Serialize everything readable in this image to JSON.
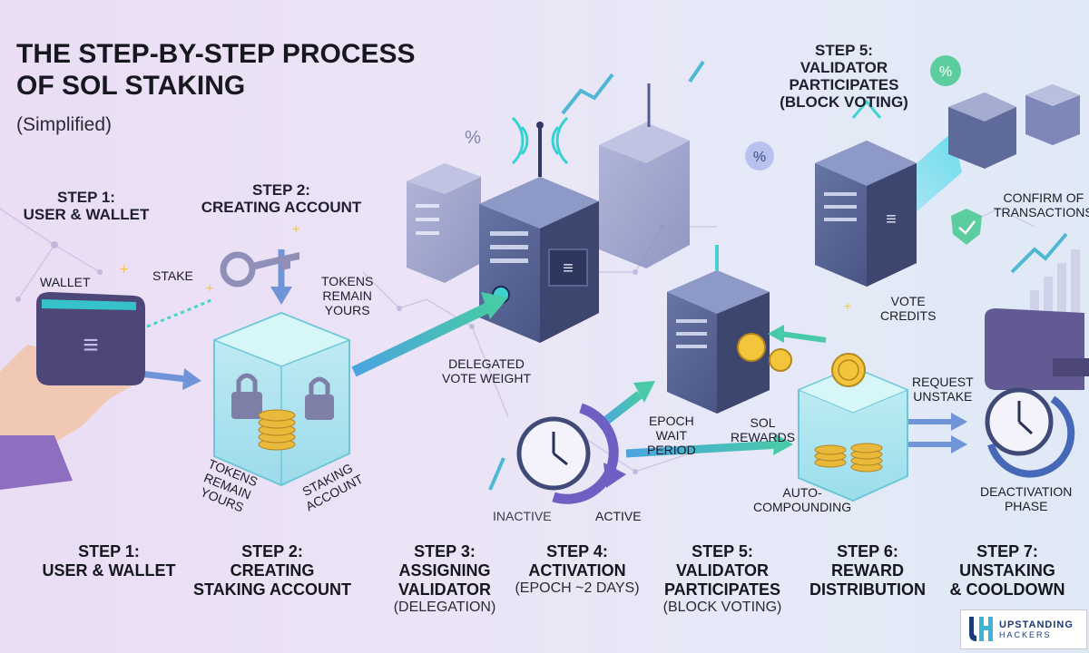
{
  "title_line1": "THE STEP-BY-STEP PROCESS",
  "title_line2": "OF SOL STAKING",
  "subtitle": "(Simplified)",
  "top_labels": {
    "step1": [
      "STEP 1:",
      "USER & WALLET"
    ],
    "step2": [
      "STEP 2:",
      "CREATING ACCOUNT"
    ],
    "step5": [
      "STEP 5:",
      "VALIDATOR",
      "PARTICIPATES",
      "(BLOCK VOTING)"
    ]
  },
  "callouts": {
    "wallet": "WALLET",
    "stake": "STAKE",
    "tokens_remain_top": [
      "TOKENS",
      "REMAIN",
      "YOURS"
    ],
    "tokens_remain_bottom": [
      "TOKENS",
      "REMAIN",
      "YOURS"
    ],
    "staking_account": [
      "STAKING",
      "ACCOUNT"
    ],
    "delegated_vote_weight": [
      "DELEGATED",
      "VOTE WEIGHT"
    ],
    "epoch_wait": [
      "EPOCH",
      "WAIT",
      "PERIOD"
    ],
    "inactive": "INACTIVE",
    "active": "ACTIVE",
    "sol_rewards": [
      "SOL",
      "REWARDS"
    ],
    "vote_credits": [
      "VOTE",
      "CREDITS"
    ],
    "auto_compounding": [
      "AUTO-",
      "COMPOUNDING"
    ],
    "confirm_tx": [
      "CONFIRM OF",
      "TRANSACTIONS"
    ],
    "request_unstake": [
      "REQUEST",
      "UNSTAKE"
    ],
    "deactivation": [
      "DEACTIVATION",
      "PHASE"
    ]
  },
  "steps": [
    {
      "l1": "STEP 1:",
      "l2": "USER & WALLET",
      "l3": ""
    },
    {
      "l1": "STEP 2:",
      "l2": "CREATING",
      "l3": "STAKING ACCOUNT"
    },
    {
      "l1": "STEP 3:",
      "l2": "ASSIGNING",
      "l3": "VALIDATOR",
      "sub": "(DELEGATION)"
    },
    {
      "l1": "STEP 4:",
      "l2": "ACTIVATION",
      "sub": "(EPOCH ~2 DAYS)"
    },
    {
      "l1": "STEP 5:",
      "l2": "VALIDATOR",
      "l3": "PARTICIPATES",
      "sub": "(BLOCK VOTING)"
    },
    {
      "l1": "STEP 6:",
      "l2": "REWARD",
      "l3": "DISTRIBUTION"
    },
    {
      "l1": "STEP 7:",
      "l2": "UNSTAKING",
      "l3": "& COOLDOWN"
    }
  ],
  "logo": {
    "word1": "UPSTANDING",
    "word2": "HACKERS"
  },
  "icons": [
    "wallet-icon",
    "key-icon",
    "lock-icon",
    "coin-icon",
    "server-icon",
    "clock-icon",
    "percent-icon",
    "shield-check-icon",
    "trend-arrow-icon",
    "antenna-icon"
  ],
  "colors": {
    "accent_cyan": "#33d6d0",
    "accent_green": "#46c8a0",
    "server_blue": "#4f5d8f",
    "wallet_purple": "#5b4f8c",
    "coin_gold": "#e8b93a",
    "bg_start": "#eaddf4",
    "bg_end": "#dfe9f5"
  }
}
